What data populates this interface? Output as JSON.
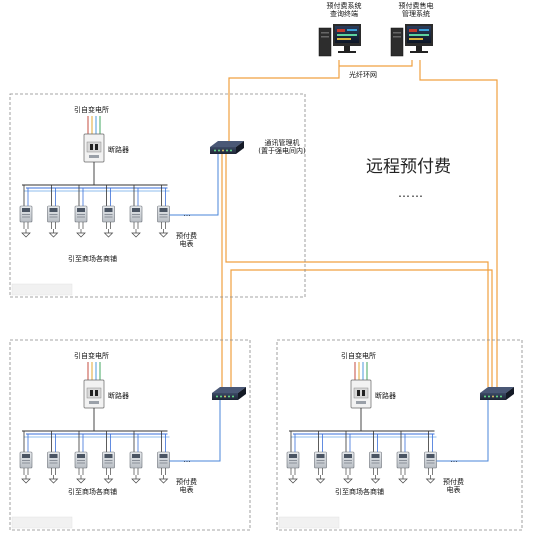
{
  "top": {
    "query_terminal": "预付费系统\n查询终端",
    "mgmt_system": "预付费售电\n管理系统",
    "fiber_ring": "光纤环网"
  },
  "comm_manager": "通讯管理机\n(置于强电间内)",
  "remote_prepay": "远程预付费",
  "ellipsis": "……",
  "unit_labels": {
    "source": "引自变电所",
    "breaker": "断路器",
    "destination": "引至商场各商铺",
    "meter": "预付费\n电表",
    "more": "…"
  },
  "colors": {
    "fiber": "#f0a040",
    "bus_blue": "#3a6fd8",
    "bus_dark": "#333333",
    "dashed_border": "#888888"
  }
}
